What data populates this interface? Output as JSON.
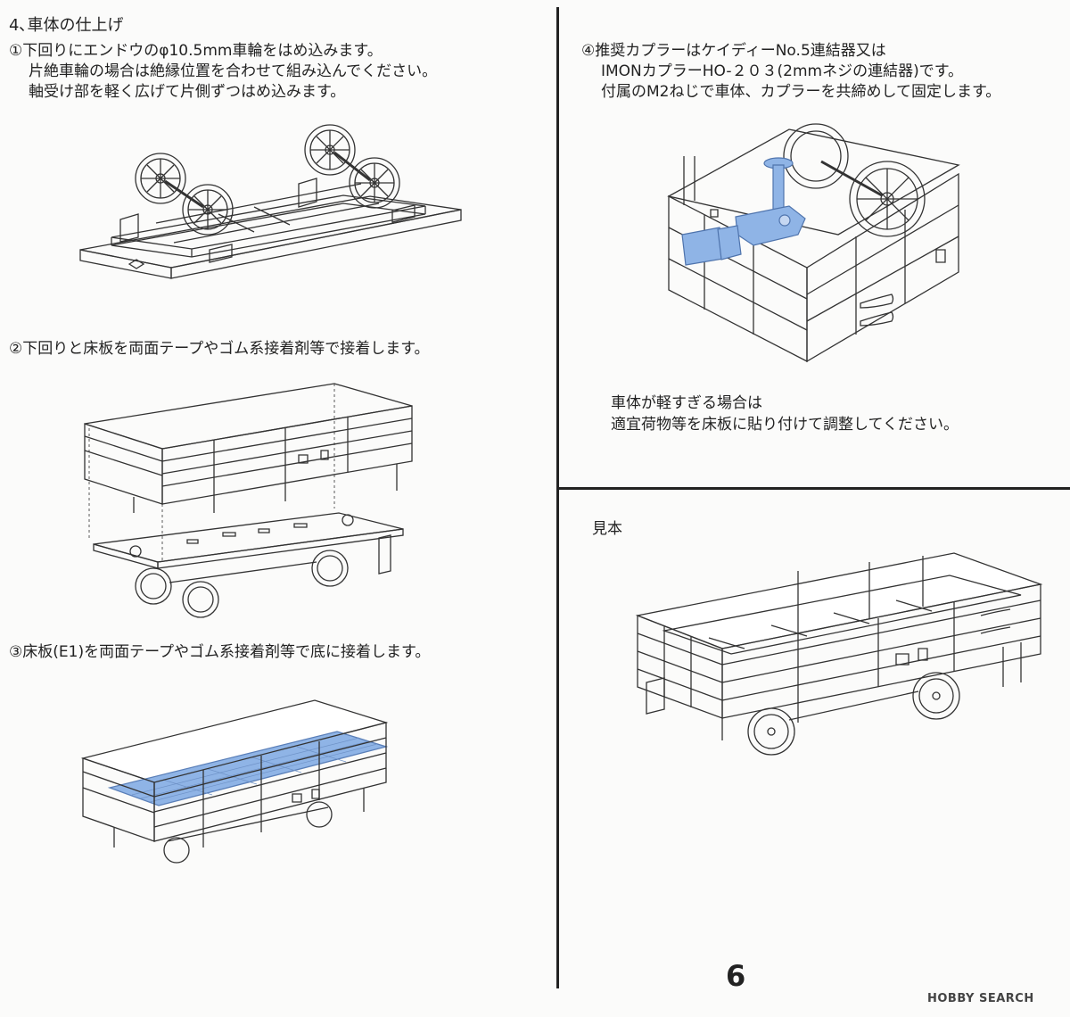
{
  "section": {
    "title": "4､車体の仕上げ"
  },
  "steps": [
    {
      "number": "①",
      "lines": [
        "下回りにエンドウのφ10.5mm車輪をはめ込みます。",
        "片絶車輪の場合は絶縁位置を合わせて組み込んでください。",
        "軸受け部を軽く広げて片側ずつはめ込みます。"
      ]
    },
    {
      "number": "②",
      "lines": [
        "下回りと床板を両面テープやゴム系接着剤等で接着します。"
      ]
    },
    {
      "number": "③",
      "lines": [
        "床板(E1)を両面テープやゴム系接着剤等で底に接着します。"
      ]
    },
    {
      "number": "④",
      "lines": [
        "推奨カプラーはケイディーNo.5連結器又は",
        "IMONカプラーHO-２０３(2mmネジの連結器)です。",
        "付属のM2ねじで車体、カプラーを共締めして固定します。"
      ]
    }
  ],
  "note": {
    "lines": [
      "車体が軽すぎる場合は",
      "適宜荷物等を床板に貼り付けて調整してください。"
    ]
  },
  "sample": {
    "label": "見本"
  },
  "page": {
    "number": "6"
  },
  "watermark": {
    "text": "HOBBY SEARCH"
  },
  "colors": {
    "ink": "#222222",
    "highlight_blue": "#8fb4e6",
    "paper": "#fbfbfa"
  }
}
